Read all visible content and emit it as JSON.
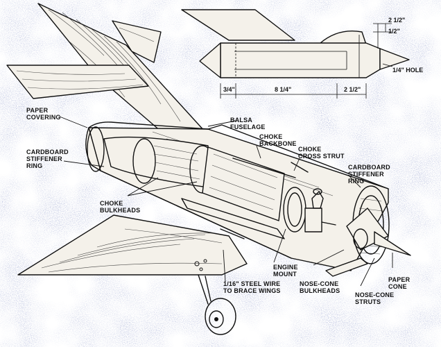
{
  "background": "#ffffff",
  "ink": "#111111",
  "halftone": "#7d88b8",
  "labels": {
    "paper_covering": [
      "PAPER",
      "COVERING"
    ],
    "cardboard_ring_left": [
      "CARDBOARD",
      "STIFFENER",
      "RING"
    ],
    "balsa_fuselage": [
      "BALSA",
      "FUSELAGE"
    ],
    "choke_backbone": [
      "CHOKE",
      "BACKBONE"
    ],
    "choke_cross_strut": [
      "CHOKE",
      "CROSS STRUT"
    ],
    "cardboard_ring_right": [
      "CARDBOARD",
      "STIFFENER",
      "RING"
    ],
    "choke_bulkheads": [
      "CHOKE",
      "BULKHEADS"
    ],
    "engine_mount": [
      "ENGINE",
      "MOUNT"
    ],
    "steel_wire": [
      "1/16\" STEEL WIRE",
      "TO BRACE WINGS"
    ],
    "nose_cone_bulkheads": [
      "NOSE-CONE",
      "BULKHEADS"
    ],
    "paper_cone": [
      "PAPER",
      "CONE"
    ],
    "nose_cone_struts": [
      "NOSE-CONE",
      "STRUTS"
    ]
  },
  "dimensions": {
    "top_right_a": "2 1/2\"",
    "top_right_b": "1/2\"",
    "hole": "1/4\" HOLE",
    "left": "3/4\"",
    "middle": "8 1/4\"",
    "right": "2 1/2\""
  }
}
